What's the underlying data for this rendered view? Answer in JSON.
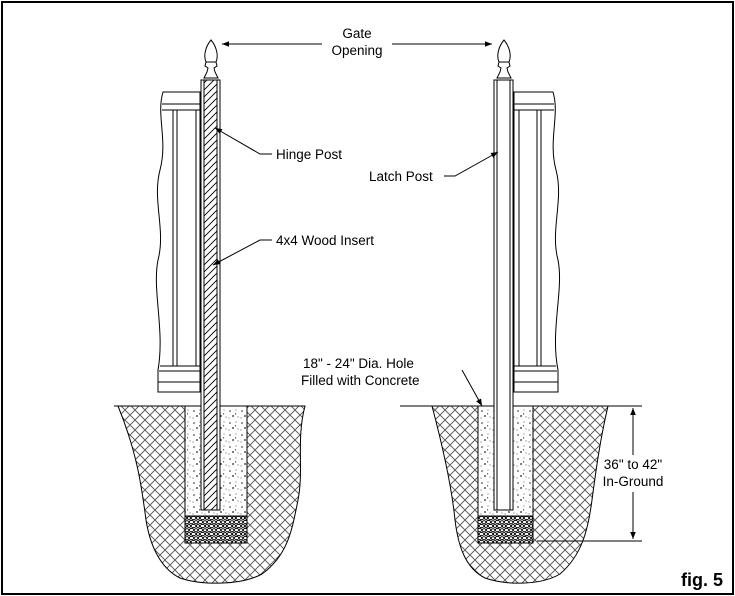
{
  "labels": {
    "gate_opening_line1": "Gate",
    "gate_opening_line2": "Opening",
    "hinge_post": "Hinge Post",
    "latch_post": "Latch Post",
    "wood_insert": "4x4 Wood Insert",
    "hole_line1": "18\" - 24\" Dia. Hole",
    "hole_line2": "Filled with Concrete",
    "depth_line1": "36\" to 42\"",
    "depth_line2": "In-Ground",
    "figure": "fig. 5"
  }
}
